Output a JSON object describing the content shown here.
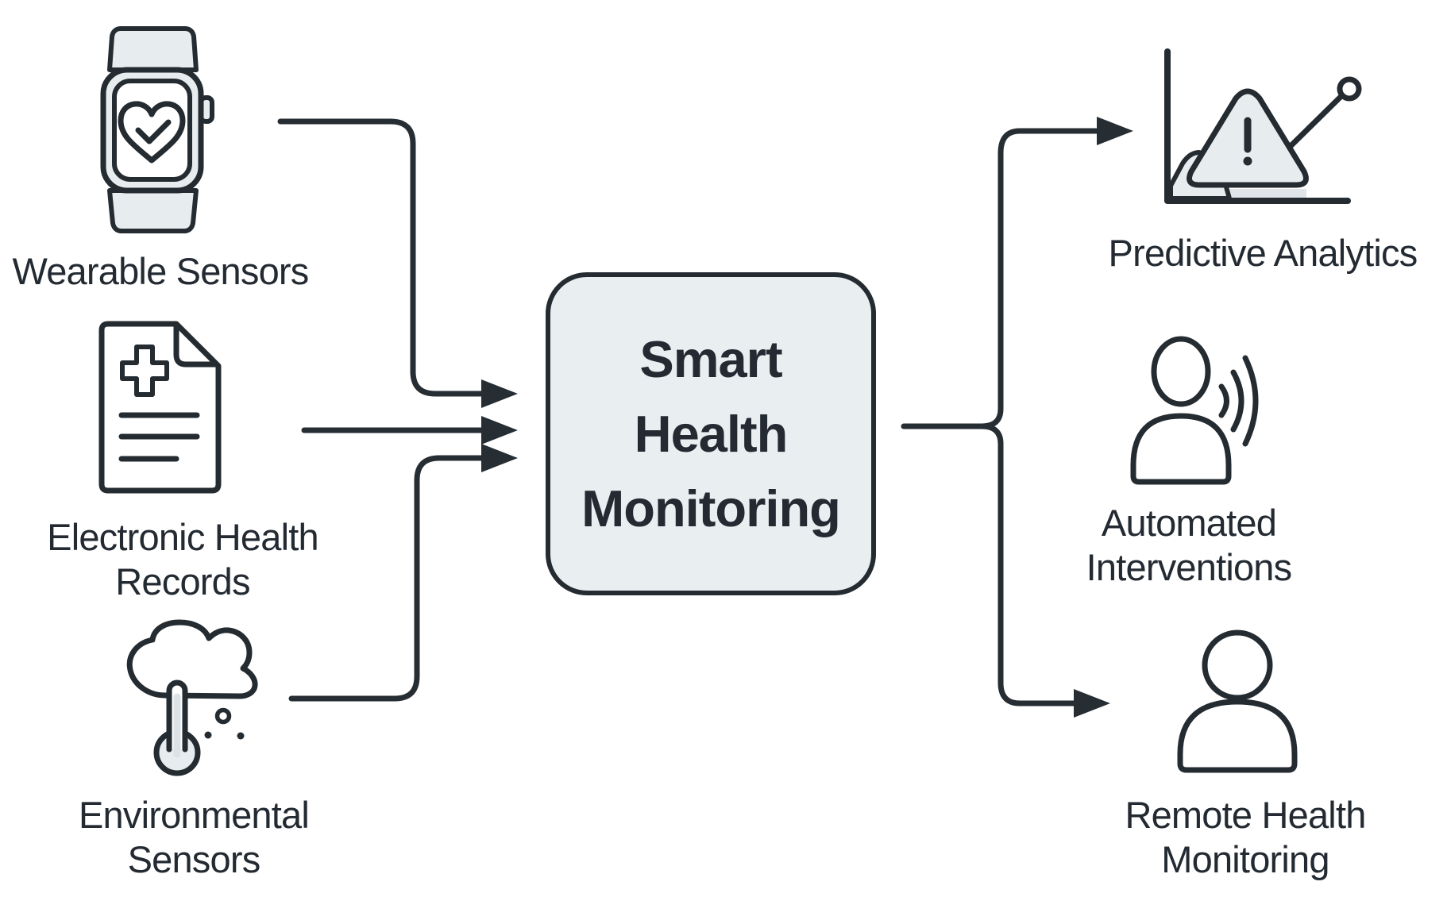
{
  "diagram_title": "Smart Health Monitoring",
  "center": {
    "lines": [
      "Smart",
      "Health",
      "Monitoring"
    ]
  },
  "nodes": {
    "wearable": {
      "icon": "smartwatch-heart-icon",
      "lines": [
        "Wearable Sensors"
      ]
    },
    "ehr": {
      "icon": "medical-document-icon",
      "lines": [
        "Electronic Health",
        "Records"
      ]
    },
    "environmental": {
      "icon": "cloud-thermometer-icon",
      "lines": [
        "Environmental",
        "Sensors"
      ]
    },
    "predictive": {
      "icon": "alert-chart-icon",
      "lines": [
        "Predictive Analytics"
      ]
    },
    "automated": {
      "icon": "person-broadcast-icon",
      "lines": [
        "Automated",
        "Interventions"
      ]
    },
    "remote": {
      "icon": "person-icon",
      "lines": [
        "Remote Health",
        "Monitoring"
      ]
    }
  },
  "edges": [
    {
      "from": "wearable",
      "to": "center"
    },
    {
      "from": "ehr",
      "to": "center"
    },
    {
      "from": "environmental",
      "to": "center"
    },
    {
      "from": "center",
      "to": "predictive"
    },
    {
      "from": "center",
      "to": "remote"
    }
  ],
  "colors": {
    "stroke": "#242B31",
    "arrow_fill": "#262D33",
    "icon_fill": "#E7ECEF",
    "box_fill": "#E9EEF1",
    "inner_gray": "#DCE2E6",
    "text": "#232A32",
    "background": "#FFFFFF"
  }
}
